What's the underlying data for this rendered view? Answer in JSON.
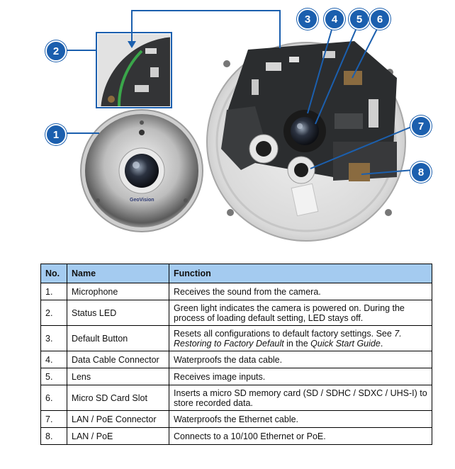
{
  "table": {
    "headers": {
      "no": "No.",
      "name": "Name",
      "function": "Function"
    },
    "rows": [
      {
        "no": "1.",
        "name": "Microphone",
        "function": "Receives the sound from the camera."
      },
      {
        "no": "2.",
        "name": "Status LED",
        "function": "Green light indicates the camera is powered on. During the process of loading default setting, LED stays off."
      },
      {
        "no": "3.",
        "name": "Default Button",
        "function_parts": [
          "Resets all configurations to default factory settings. See ",
          "7. Restoring to Factory Default",
          " in the ",
          "Quick Start Guide",
          "."
        ]
      },
      {
        "no": "4.",
        "name": "Data Cable Connector",
        "function": "Waterproofs the data cable."
      },
      {
        "no": "5.",
        "name": "Lens",
        "function": "Receives image inputs."
      },
      {
        "no": "6.",
        "name": "Micro SD Card Slot",
        "function": "Inserts a micro SD memory card (SD / SDHC / SDXC / UHS-I) to store recorded data."
      },
      {
        "no": "7.",
        "name": "LAN / PoE Connector",
        "function": "Waterproofs the Ethernet cable."
      },
      {
        "no": "8.",
        "name": "LAN / PoE",
        "function": "Connects to a 10/100 Ethernet or PoE."
      }
    ]
  },
  "figure": {
    "callouts": [
      "1",
      "2",
      "3",
      "4",
      "5",
      "6",
      "7",
      "8"
    ],
    "logo_text": "GeoVision",
    "colors": {
      "callout": "#1b5fae",
      "header": "#a4cbf0",
      "led": "#3aa64a"
    }
  }
}
